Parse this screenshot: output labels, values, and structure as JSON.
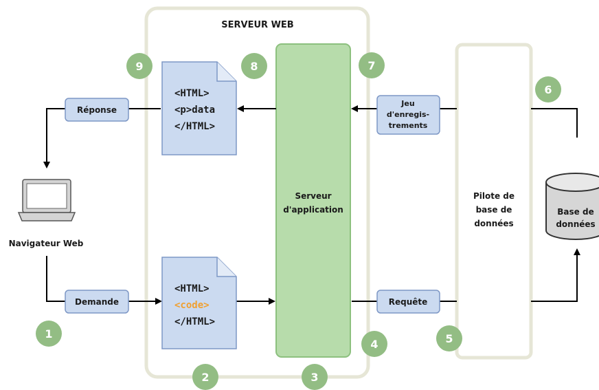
{
  "web_server": {
    "title": "SERVEUR WEB"
  },
  "app_server": {
    "label_line1": "Serveur",
    "label_line2": "d'application"
  },
  "db_driver": {
    "label_line1": "Pilote de",
    "label_line2": "base de",
    "label_line3": "données"
  },
  "database": {
    "label_line1": "Base de",
    "label_line2": "données"
  },
  "browser": {
    "label": "Navigateur Web"
  },
  "labels": {
    "response": "Réponse",
    "request": "Demande",
    "query": "Requête",
    "recordset_line1": "Jeu",
    "recordset_line2": "d'enregis-",
    "recordset_line3": "trements"
  },
  "page_output": {
    "line1": "<HTML>",
    "line2": "<p>data",
    "line3": "</HTML>"
  },
  "page_source": {
    "line1": "<HTML>",
    "line2": "<code>",
    "line3": "</HTML>"
  },
  "steps": [
    "1",
    "2",
    "3",
    "4",
    "5",
    "6",
    "7",
    "8",
    "9"
  ],
  "colors": {
    "panel_border": "#e6e6d6",
    "app_server_fill": "#b7dcab",
    "app_server_stroke": "#8cc07e",
    "box_fill": "#cbdaf0",
    "box_stroke": "#7d97c5",
    "step_circle": "#93bd84",
    "code_highlight": "#f0a030",
    "database_fill": "#d6d6d6"
  }
}
